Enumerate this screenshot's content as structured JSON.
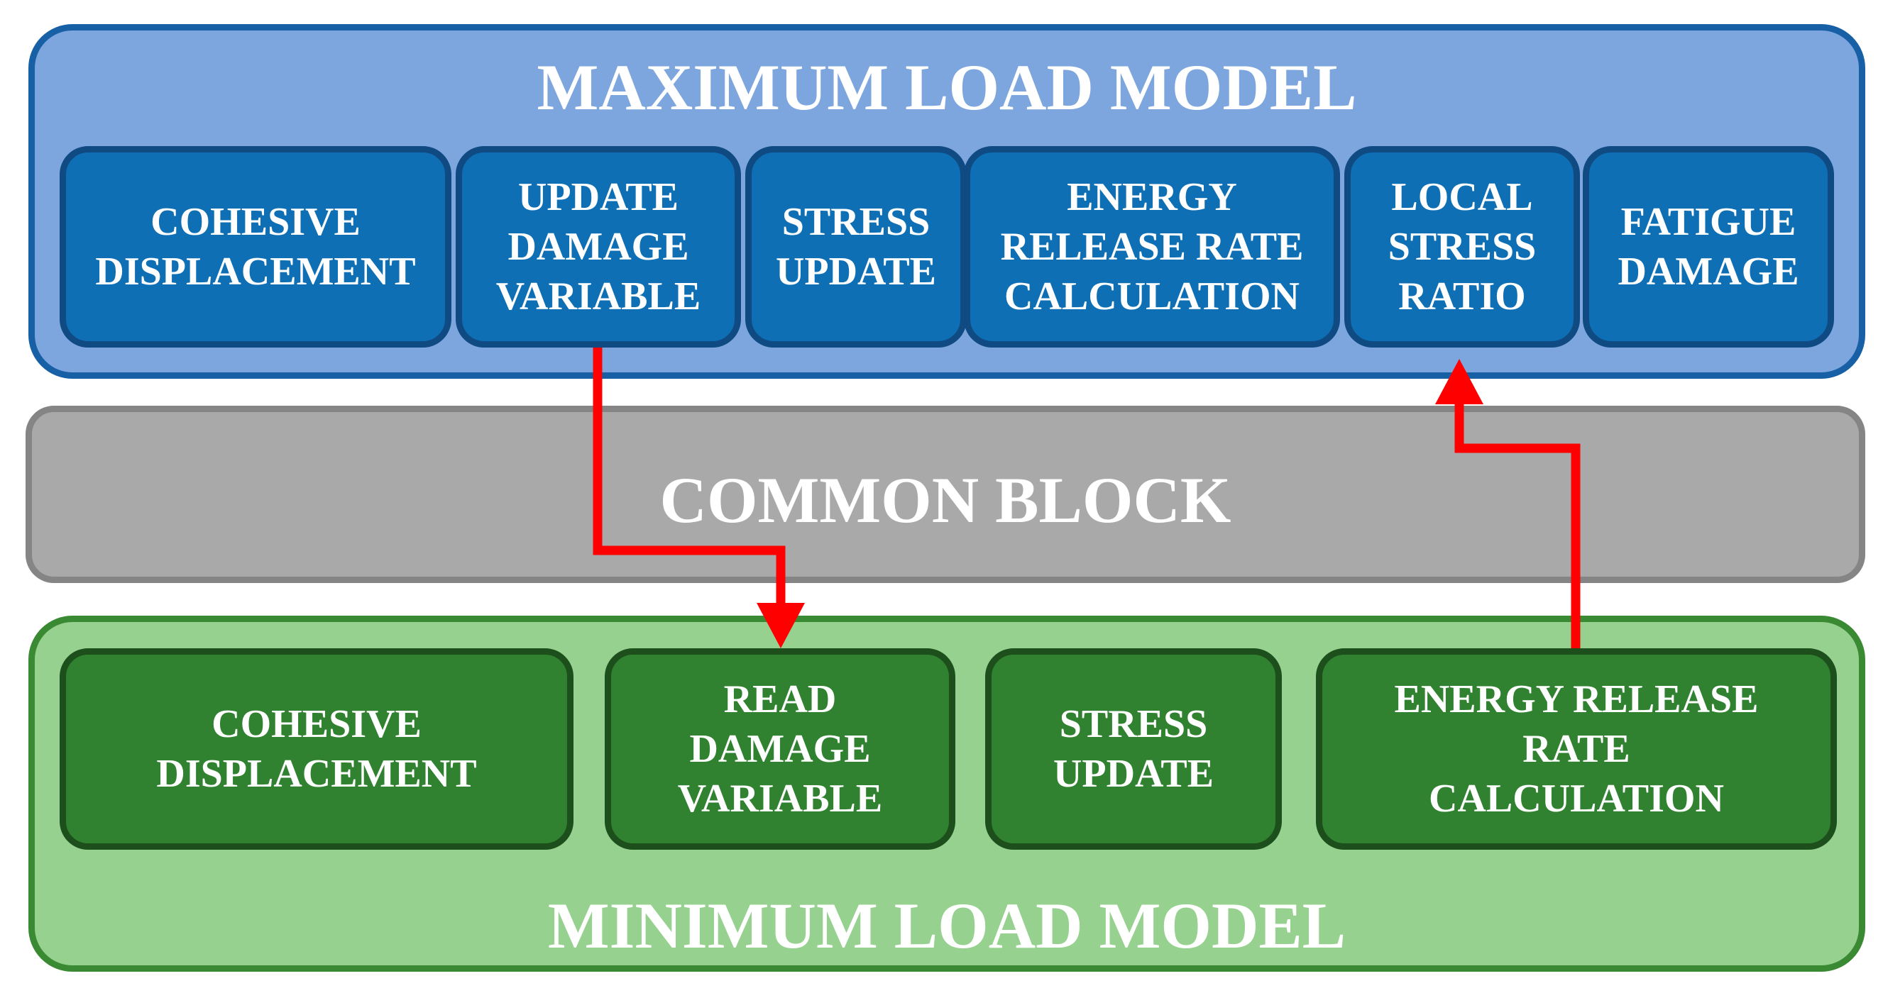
{
  "max_model": {
    "title": "MAXIMUM LOAD MODEL",
    "boxes": [
      {
        "label": "COHESIVE\nDISPLACEMENT"
      },
      {
        "label": "UPDATE\nDAMAGE\nVARIABLE"
      },
      {
        "label": "STRESS\nUPDATE"
      },
      {
        "label": "ENERGY\nRELEASE RATE\nCALCULATION"
      },
      {
        "label": "LOCAL\nSTRESS\nRATIO"
      },
      {
        "label": "FATIGUE\nDAMAGE"
      }
    ]
  },
  "common_block": {
    "title": "COMMON BLOCK"
  },
  "min_model": {
    "title": "MINIMUM LOAD MODEL",
    "boxes": [
      {
        "label": "COHESIVE\nDISPLACEMENT"
      },
      {
        "label": "READ\nDAMAGE\nVARIABLE"
      },
      {
        "label": "STRESS\nUPDATE"
      },
      {
        "label": "ENERGY RELEASE\nRATE\nCALCULATION"
      }
    ]
  },
  "colors": {
    "max_panel_fill": "#7ea6de",
    "max_box_fill": "#0f6fb4",
    "common_fill": "#a9a9a9",
    "min_panel_fill": "#97d18f",
    "min_box_fill": "#318230",
    "arrow": "#ff0000"
  }
}
